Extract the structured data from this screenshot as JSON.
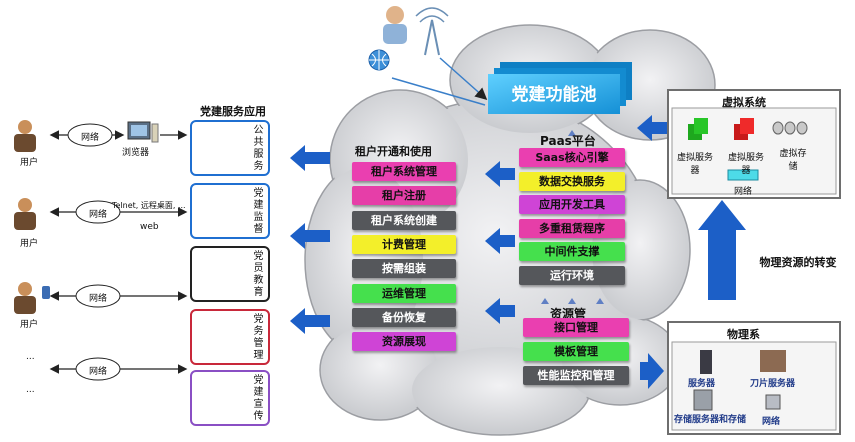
{
  "cloud_title": "党建功能池",
  "left": {
    "users": [
      {
        "label": "用户",
        "cloud": "网络",
        "device": "浏览器"
      },
      {
        "label": "用户",
        "cloud": "网络",
        "extra": "Telnet, 远程桌面, ...",
        "sub": "web"
      },
      {
        "label": "用户",
        "cloud": "网络"
      },
      {
        "label": "...",
        "cloud": "网络",
        "extra": "..."
      }
    ]
  },
  "apps": {
    "title": "党建服务应用",
    "items": [
      "公共服务",
      "党建监督",
      "党员教育",
      "党务管理",
      "党建宣传"
    ]
  },
  "tenant": {
    "title": "租户开通和使用",
    "items": [
      {
        "label": "租户系统管理",
        "color": "#ea3fb0"
      },
      {
        "label": "租户注册",
        "color": "#e63ea8"
      },
      {
        "label": "租户系统创建",
        "color": "#55575b"
      },
      {
        "label": "计费管理",
        "color": "#f3ef2a"
      },
      {
        "label": "按需组装",
        "color": "#55575b"
      },
      {
        "label": "运维管理",
        "color": "#45e04d"
      },
      {
        "label": "备份恢复",
        "color": "#55575b"
      },
      {
        "label": "资源展现",
        "color": "#cf44d6"
      }
    ]
  },
  "paas": {
    "title": "Paas平台",
    "items": [
      {
        "label": "Saas核心引擎",
        "color": "#ea3fb0"
      },
      {
        "label": "数据交换服务",
        "color": "#f3ef2a"
      },
      {
        "label": "应用开发工具",
        "color": "#cf44d6"
      },
      {
        "label": "多重租赁程序",
        "color": "#e63ea8"
      },
      {
        "label": "中间件支撑",
        "color": "#45e04d"
      },
      {
        "label": "运行环境",
        "color": "#55575b"
      }
    ]
  },
  "resource": {
    "title": "资源管",
    "items": [
      {
        "label": "接口管理",
        "color": "#ea3fb0"
      },
      {
        "label": "模板管理",
        "color": "#45e04d"
      },
      {
        "label": "性能监控和管理",
        "color": "#55575b"
      }
    ]
  },
  "virtual": {
    "title": "虚拟系统",
    "items": [
      "虚拟服务器",
      "虚拟服务器",
      "虚拟存储",
      "网络"
    ]
  },
  "transform_label": "物理资源的转变",
  "physical": {
    "title": "物理系",
    "items": [
      "服务器",
      "刀片服务器",
      "存储服务器和存储",
      "网络"
    ]
  },
  "colors": {
    "arrow_blue": "#1c5fc7",
    "cloud_fill": "#d6d7da",
    "cyan": "#22aee8"
  }
}
